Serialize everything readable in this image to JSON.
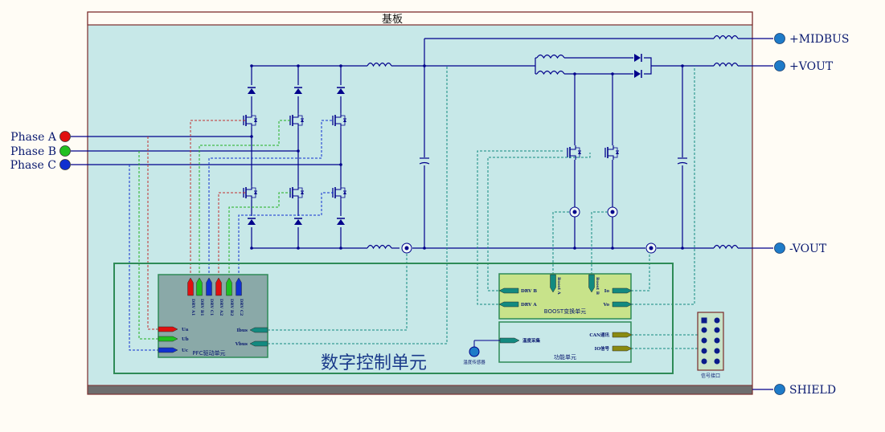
{
  "colors": {
    "background": "#fffcf5",
    "board_fill": "#c7e8e8",
    "board_border": "#7a2a2a",
    "wire": "#00008b",
    "phase_a": "#e01010",
    "phase_b": "#20c020",
    "phase_c": "#1030d0",
    "module_border": "#2e8b57",
    "pfc_fill": "#8aa9a8",
    "boost_fill": "#c8e38a",
    "port_blue": "#1e7bc8",
    "pin_teal": "#138a80",
    "pin_olive": "#8a8a10"
  },
  "board": {
    "title": "基板"
  },
  "inputs": [
    {
      "label": "Phase A",
      "color": "#e01010"
    },
    {
      "label": "Phase B",
      "color": "#20c020"
    },
    {
      "label": "Phase C",
      "color": "#1030d0"
    }
  ],
  "outputs": {
    "midbus": "+MIDBUS",
    "vout_pos": "+VOUT",
    "vout_neg": "-VOUT",
    "shield": "SHIELD"
  },
  "digital_control": {
    "title": "数字控制单元",
    "pfc": {
      "label": "PFC驱动单元",
      "top_pins": [
        "DRV A1",
        "DRV B1",
        "DRV C1",
        "DRV A2",
        "DRV B2",
        "DRV C2"
      ],
      "left_pins": [
        "Ua",
        "Ub",
        "Uc"
      ],
      "right_pins": [
        "Ibus",
        "Vbus"
      ]
    },
    "boost": {
      "label": "BOOST变换单元",
      "drv_pins": [
        "DRV B",
        "DRV A"
      ],
      "top_pins": [
        "Boost A",
        "Boost B"
      ],
      "right_pins": [
        "Io",
        "Vo"
      ]
    },
    "function_unit": {
      "label": "功能单元",
      "temp_pin": "温度采集",
      "right_pins": [
        "CAN通讯",
        "IO信号"
      ]
    },
    "temp_sensor": "温度传感器",
    "signal_port": "信号接口"
  }
}
